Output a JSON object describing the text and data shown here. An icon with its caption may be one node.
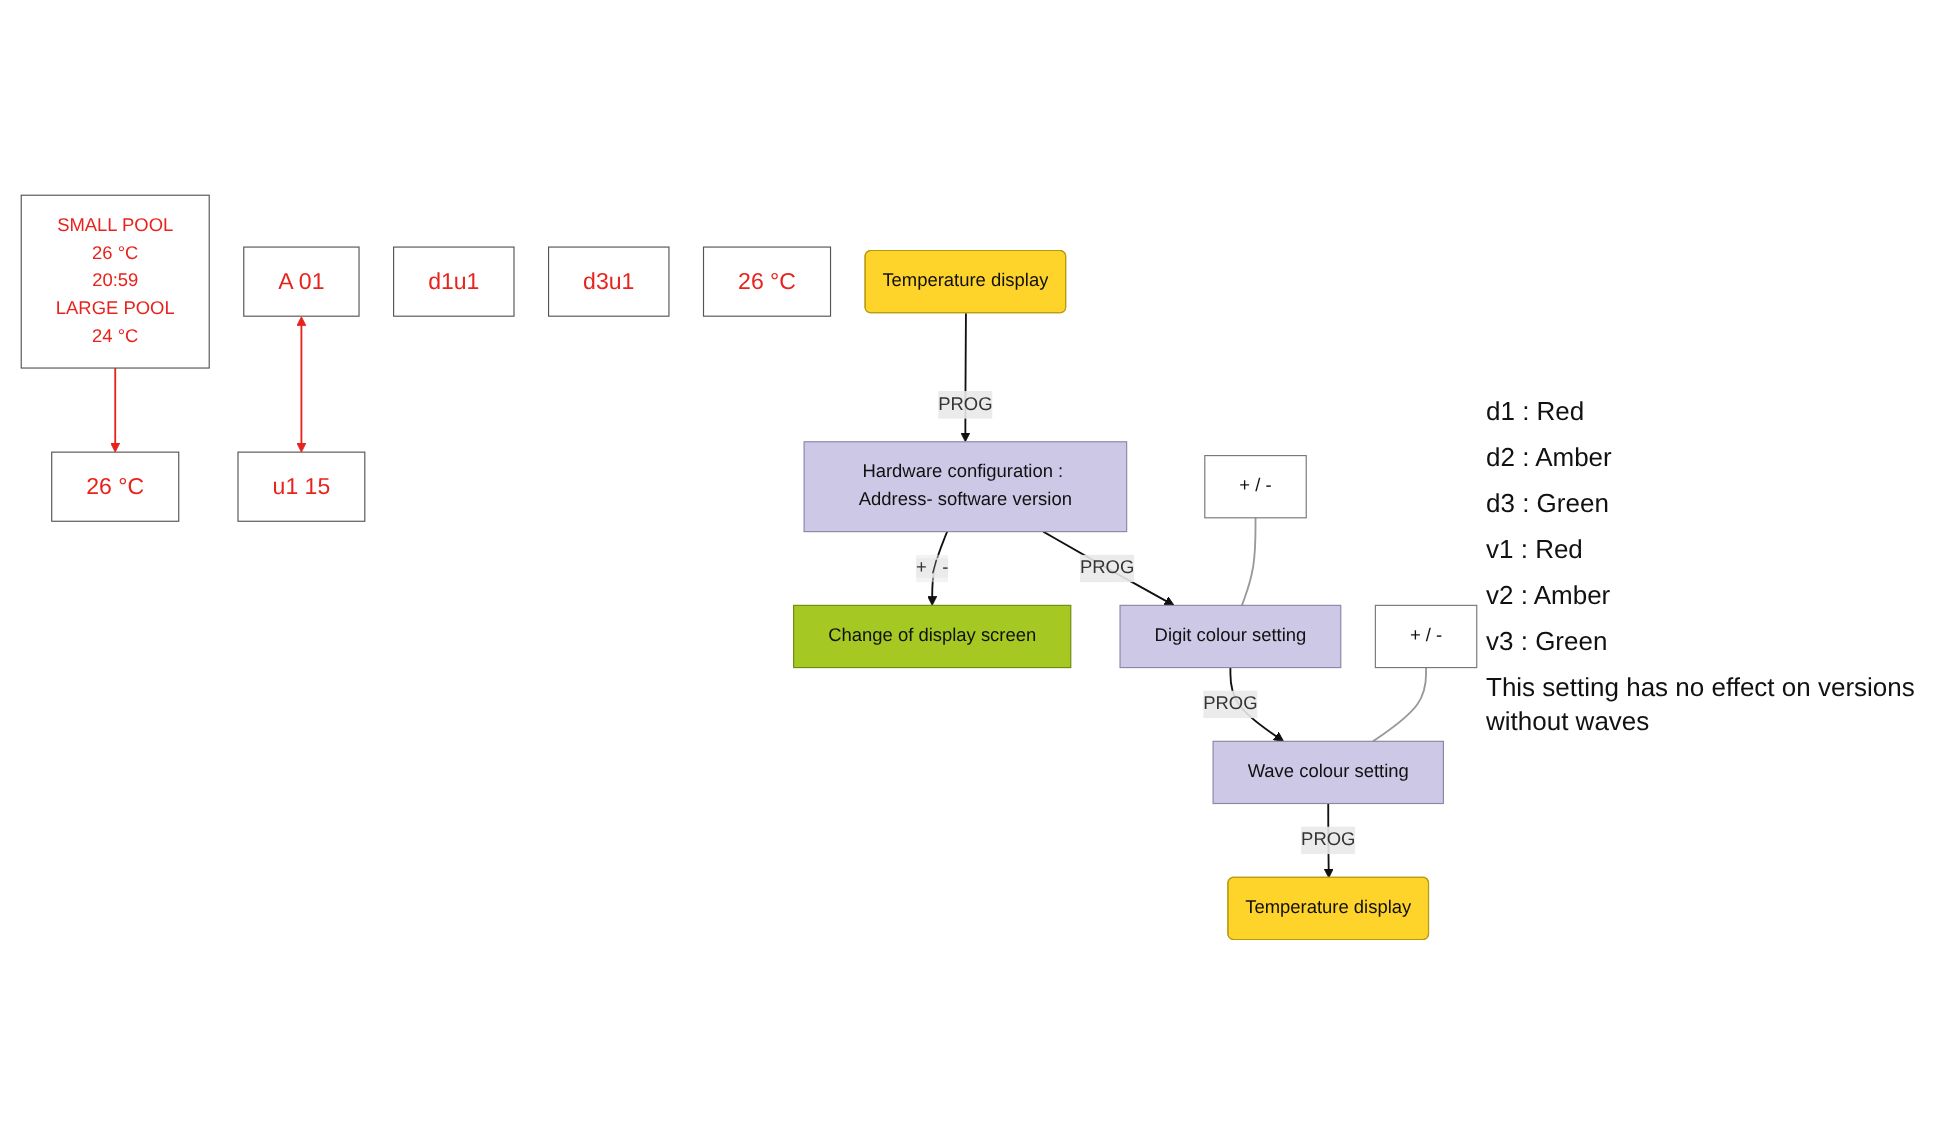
{
  "diagram": {
    "nodes": [
      {
        "text": [
          "SMALL POOL",
          "26 °C",
          "20:59",
          "LARGE POOL",
          "24 °C"
        ]
      },
      {
        "text": [
          "26 °C"
        ]
      },
      {
        "text": [
          "A 01"
        ]
      },
      {
        "text": [
          "u1 15"
        ]
      },
      {
        "text": [
          "d1u1"
        ]
      },
      {
        "text": [
          "d3u1"
        ]
      },
      {
        "text": [
          "26 °C"
        ]
      },
      {
        "text": [
          "Temperature display"
        ]
      },
      {
        "text": [
          "Hardware configuration : Address- software version"
        ]
      },
      {
        "text": [
          "Change of display screen"
        ]
      },
      {
        "text": [
          "+ / -"
        ]
      },
      {
        "text": [
          "Digit colour setting"
        ]
      },
      {
        "text": [
          "+ / -"
        ]
      },
      {
        "text": [
          "Wave colour setting"
        ]
      },
      {
        "text": [
          "Temperature display"
        ]
      }
    ],
    "edges": [
      {
        "from": 0,
        "to": 1,
        "arrow": "to",
        "color": "#e8231e"
      },
      {
        "from": 2,
        "to": 3,
        "arrow": "both",
        "color": "#e8231e"
      },
      {
        "from": 7,
        "to": 8,
        "arrow": "to",
        "label": "PROG"
      },
      {
        "from": 8,
        "to": 9,
        "arrow": "to",
        "label": "+ / -"
      },
      {
        "from": 8,
        "to": 11,
        "arrow": "to",
        "label": "PROG"
      },
      {
        "from": 10,
        "to": 11,
        "arrow": "none",
        "color": "#999999"
      },
      {
        "from": 11,
        "to": 13,
        "arrow": "to",
        "label": "PROG"
      },
      {
        "from": 12,
        "to": 13,
        "arrow": "none",
        "color": "#999999"
      },
      {
        "from": 13,
        "to": 14,
        "arrow": "to",
        "label": "PROG"
      }
    ],
    "labels": [
      "d1 : Red",
      "d2 : Amber",
      "d3 : Green",
      "v1 : Red",
      "v2 : Amber",
      "v3 : Green",
      "This setting has no effect on versions without waves"
    ]
  }
}
